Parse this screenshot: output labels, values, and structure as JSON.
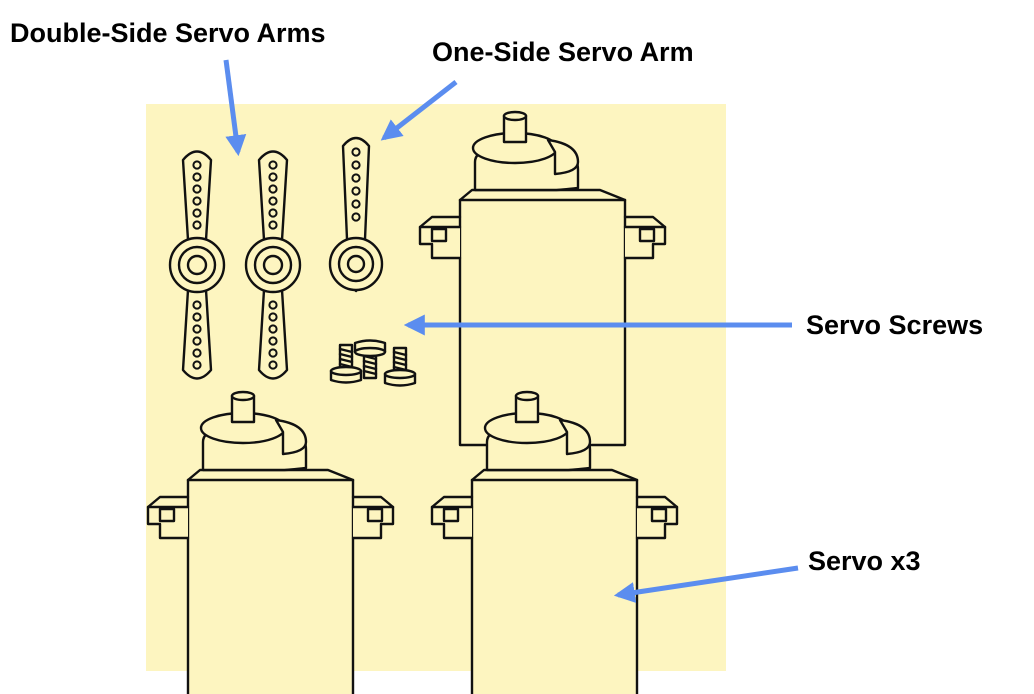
{
  "labels": {
    "double_arms": "Double-Side Servo Arms",
    "one_arm": "One-Side Servo Arm",
    "screws": "Servo Screws",
    "servo": "Servo x3"
  },
  "colors": {
    "panel": "#fdf5c0",
    "arrow": "#5b8def",
    "outline": "#111111",
    "text": "#000000"
  },
  "icons": [
    "double-side-servo-arm-icon",
    "one-side-servo-arm-icon",
    "servo-screw-icon",
    "servo-icon"
  ]
}
